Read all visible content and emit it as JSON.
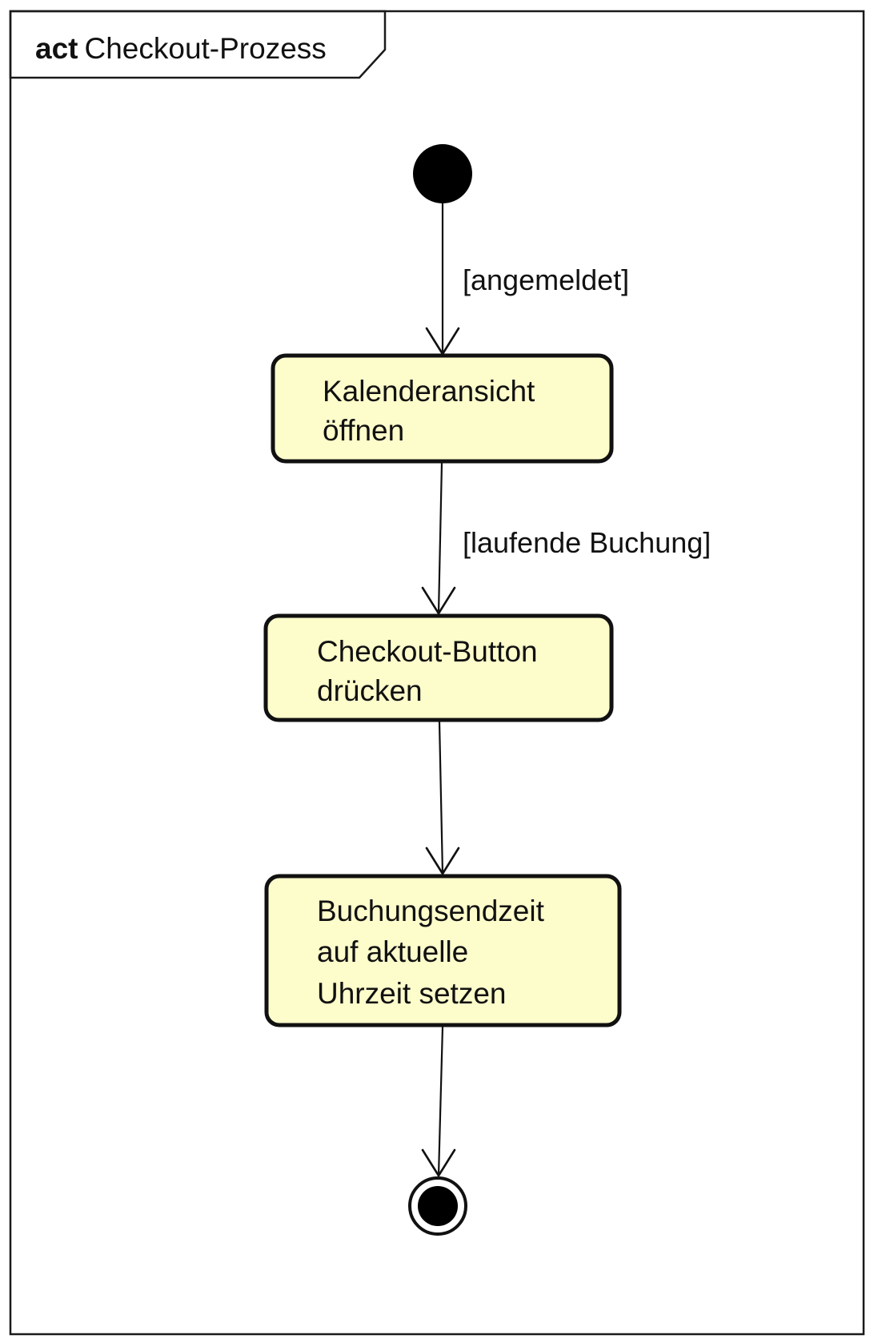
{
  "frame": {
    "keyword": "act",
    "name": "Checkout-Prozess"
  },
  "nodes": {
    "initial": {
      "kind": "initial-node"
    },
    "actions": [
      {
        "lines": [
          "Kalenderansicht",
          "öffnen"
        ]
      },
      {
        "lines": [
          "Checkout-Button",
          "drücken"
        ]
      },
      {
        "lines": [
          "Buchungsendzeit",
          "auf aktuelle",
          "Uhrzeit setzen"
        ]
      }
    ],
    "final": {
      "kind": "activity-final-node"
    }
  },
  "flows": [
    {
      "from": "initial",
      "to": "action-1",
      "guard": "[angemeldet]"
    },
    {
      "from": "action-1",
      "to": "action-2",
      "guard": "[laufende Buchung]"
    },
    {
      "from": "action-2",
      "to": "action-3",
      "guard": ""
    },
    {
      "from": "action-3",
      "to": "final",
      "guard": ""
    }
  ],
  "colors": {
    "action_fill": "#fdfccb",
    "stroke": "#111111",
    "background": "#ffffff"
  }
}
